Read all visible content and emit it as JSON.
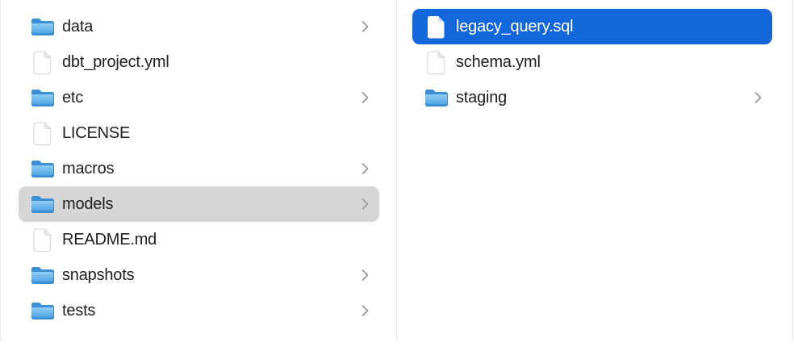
{
  "app": "finder-column-browser",
  "colors": {
    "selection_blue": "#1467db",
    "selection_gray": "#d6d6d6",
    "divider": "#e4e4e4",
    "text": "#1f1f1f",
    "selected_text": "#ffffff",
    "chevron": "#9b9b9b",
    "folder_blue_top": "#3a8fd6",
    "folder_blue_light": "#8ecdf5",
    "folder_blue_dark": "#55a7e6"
  },
  "columns": [
    {
      "id": "left",
      "items": [
        {
          "label": "data",
          "icon": "folder-icon",
          "chevron": true,
          "selected": false,
          "selection_style": null
        },
        {
          "label": "dbt_project.yml",
          "icon": "document-icon",
          "chevron": false,
          "selected": false,
          "selection_style": null
        },
        {
          "label": "etc",
          "icon": "folder-icon",
          "chevron": true,
          "selected": false,
          "selection_style": null
        },
        {
          "label": "LICENSE",
          "icon": "document-icon",
          "chevron": false,
          "selected": false,
          "selection_style": null
        },
        {
          "label": "macros",
          "icon": "folder-icon",
          "chevron": true,
          "selected": false,
          "selection_style": null
        },
        {
          "label": "models",
          "icon": "folder-icon",
          "chevron": true,
          "selected": true,
          "selection_style": "gray"
        },
        {
          "label": "README.md",
          "icon": "document-icon",
          "chevron": false,
          "selected": false,
          "selection_style": null
        },
        {
          "label": "snapshots",
          "icon": "folder-icon",
          "chevron": true,
          "selected": false,
          "selection_style": null
        },
        {
          "label": "tests",
          "icon": "folder-icon",
          "chevron": true,
          "selected": false,
          "selection_style": null
        }
      ]
    },
    {
      "id": "right",
      "items": [
        {
          "label": "legacy_query.sql",
          "icon": "document-icon",
          "chevron": false,
          "selected": true,
          "selection_style": "blue"
        },
        {
          "label": "schema.yml",
          "icon": "document-icon",
          "chevron": false,
          "selected": false,
          "selection_style": null
        },
        {
          "label": "staging",
          "icon": "folder-icon",
          "chevron": true,
          "selected": false,
          "selection_style": null
        }
      ]
    }
  ]
}
